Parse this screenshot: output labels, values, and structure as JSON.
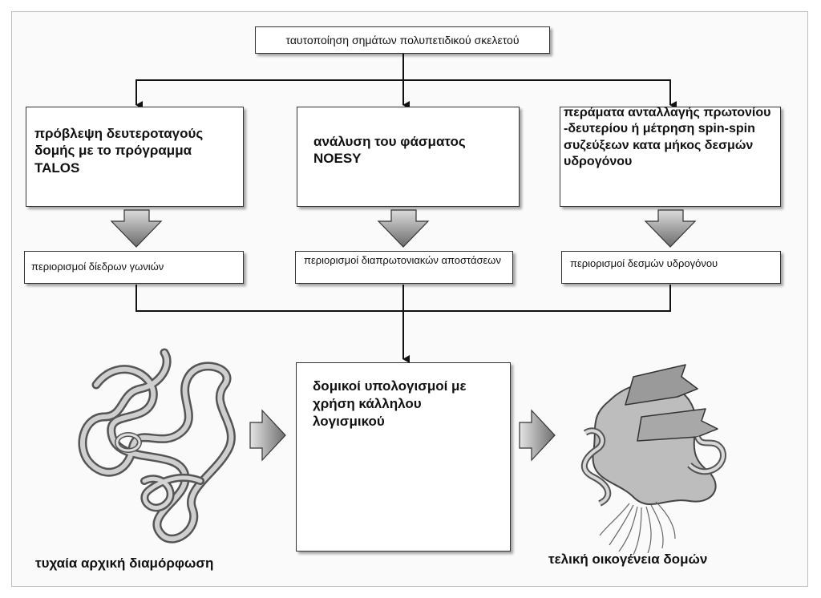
{
  "top": {
    "label": "ταυτοποίηση σημάτων πολυπετιδικού σκελετού"
  },
  "methods": [
    {
      "label": "πρόβλεψη δευτεροταγούς δομής με το πρόγραμμα TALOS"
    },
    {
      "label": "ανάλυση του φάσματος NOESY"
    },
    {
      "label": "περάματα ανταλλαγής πρωτονίου -δευτερίου ή μέτρηση spin-spin συζεύξεων κατα μήκος δεσμών υδρογόνου"
    }
  ],
  "restraints": [
    {
      "label": "περιορισμοί δίεδρων γωνιών"
    },
    {
      "label": "περιορισμοί διαπρωτονιακών αποστάσεων"
    },
    {
      "label": "περιορισμοί δεσμών υδρογόνου"
    }
  ],
  "calc": {
    "label": "δομικοί υπολογισμοί με χρήση κάλληλου λογισμικού"
  },
  "captions": {
    "left": "τυχαία αρχική διαμόρφωση",
    "right": "τελική οικογένεια δομών"
  },
  "icons": {
    "left_image": "random-coil-protein-icon",
    "right_image": "folded-protein-ensemble-icon",
    "computer": "computer-icon"
  }
}
